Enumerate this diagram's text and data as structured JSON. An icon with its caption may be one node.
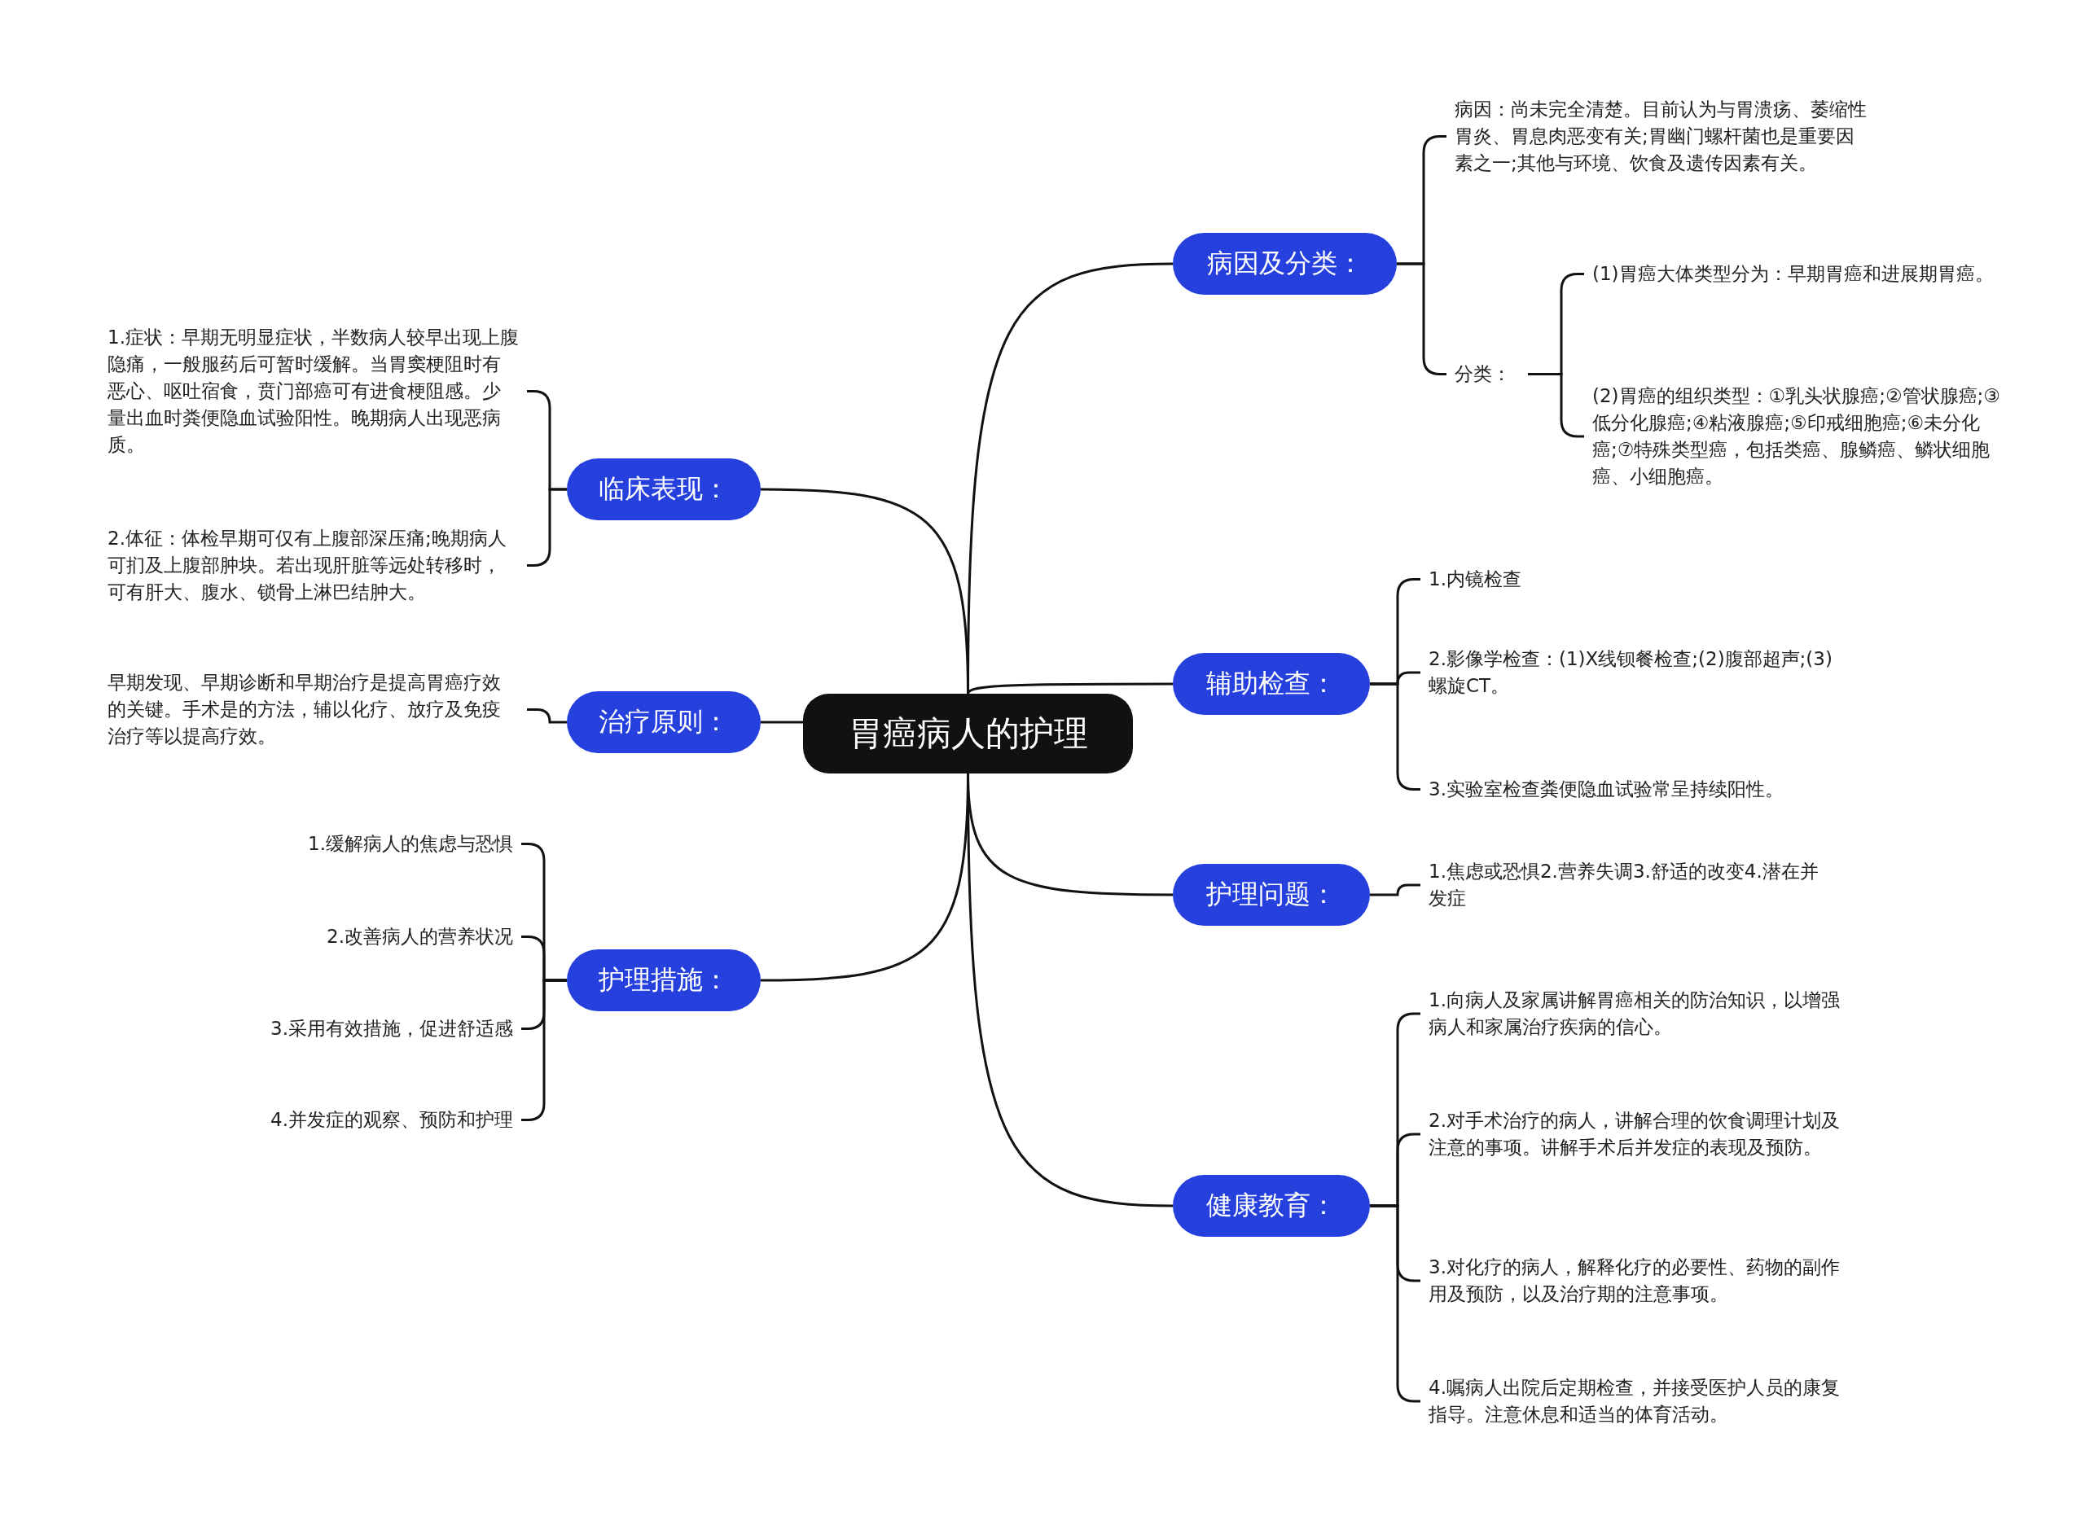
{
  "diagram": {
    "nodes": [
      {
        "text": [
          "胃癌病人的护理"
        ]
      },
      {
        "text": [
          "病因及分类："
        ]
      },
      {
        "text": [
          "病因：尚未完全清楚。目前认为与胃溃疡、萎缩性胃炎、胃息肉恶变有关;胃幽门螺杆菌也是重要因素之一;其他与环境、饮食及遗传因素有关。"
        ]
      },
      {
        "text": [
          "分类："
        ]
      },
      {
        "text": [
          "(1)胃癌大体类型分为：早期胃癌和进展期胃癌。"
        ]
      },
      {
        "text": [
          "(2)胃癌的组织类型：①乳头状腺癌;②管状腺癌;③低分化腺癌;④粘液腺癌;⑤印戒细胞癌;⑥未分化癌;⑦特殊类型癌，包括类癌、腺鳞癌、鳞状细胞癌、小细胞癌。"
        ]
      },
      {
        "text": [
          "辅助检查："
        ]
      },
      {
        "text": [
          "1.内镜检查"
        ]
      },
      {
        "text": [
          "2.影像学检查：(1)X线钡餐检查;(2)腹部超声;(3)螺旋CT。"
        ]
      },
      {
        "text": [
          "3.实验室检查粪便隐血试验常呈持续阳性。"
        ]
      },
      {
        "text": [
          "护理问题："
        ]
      },
      {
        "text": [
          "1.焦虑或恐惧2.营养失调3.舒适的改变4.潜在并发症"
        ]
      },
      {
        "text": [
          "健康教育："
        ]
      },
      {
        "text": [
          "1.向病人及家属讲解胃癌相关的防治知识，以增强病人和家属治疗疾病的信心。"
        ]
      },
      {
        "text": [
          "2.对手术治疗的病人，讲解合理的饮食调理计划及注意的事项。讲解手术后并发症的表现及预防。"
        ]
      },
      {
        "text": [
          "3.对化疗的病人，解释化疗的必要性、药物的副作用及预防，以及治疗期的注意事项。"
        ]
      },
      {
        "text": [
          "4.嘱病人出院后定期检查，并接受医护人员的康复指导。注意休息和适当的体育活动。"
        ]
      },
      {
        "text": [
          "临床表现："
        ]
      },
      {
        "text": [
          "1.症状：早期无明显症状，半数病人较早出现上腹隐痛，一般服药后可暂时缓解。当胃窦梗阻时有恶心、呕吐宿食，贲门部癌可有进食梗阻感。少量出血时粪便隐血试验阳性。晚期病人出现恶病质。"
        ]
      },
      {
        "text": [
          "2.体征：体检早期可仅有上腹部深压痛;晚期病人可扪及上腹部肿块。若出现肝脏等远处转移时，可有肝大、腹水、锁骨上淋巴结肿大。"
        ]
      },
      {
        "text": [
          "治疗原则："
        ]
      },
      {
        "text": [
          "早期发现、早期诊断和早期治疗是提高胃癌疗效的关键。手术是的方法，辅以化疗、放疗及免疫治疗等以提高疗效。"
        ]
      },
      {
        "text": [
          "护理措施："
        ]
      },
      {
        "text": [
          "1.缓解病人的焦虑与恐惧"
        ]
      },
      {
        "text": [
          "2.改善病人的营养状况"
        ]
      },
      {
        "text": [
          "3.采用有效措施，促进舒适感"
        ]
      },
      {
        "text": [
          "4.并发症的观察、预防和护理"
        ]
      }
    ],
    "edges": [
      {
        "from": 0,
        "to": 1,
        "arrow": "none"
      },
      {
        "from": 1,
        "to": 2,
        "arrow": "none"
      },
      {
        "from": 1,
        "to": 3,
        "arrow": "none"
      },
      {
        "from": 3,
        "to": 4,
        "arrow": "none"
      },
      {
        "from": 3,
        "to": 5,
        "arrow": "none"
      },
      {
        "from": 0,
        "to": 6,
        "arrow": "none"
      },
      {
        "from": 6,
        "to": 7,
        "arrow": "none"
      },
      {
        "from": 6,
        "to": 8,
        "arrow": "none"
      },
      {
        "from": 6,
        "to": 9,
        "arrow": "none"
      },
      {
        "from": 0,
        "to": 10,
        "arrow": "none"
      },
      {
        "from": 10,
        "to": 11,
        "arrow": "none"
      },
      {
        "from": 0,
        "to": 12,
        "arrow": "none"
      },
      {
        "from": 12,
        "to": 13,
        "arrow": "none"
      },
      {
        "from": 12,
        "to": 14,
        "arrow": "none"
      },
      {
        "from": 12,
        "to": 15,
        "arrow": "none"
      },
      {
        "from": 12,
        "to": 16,
        "arrow": "none"
      },
      {
        "from": 0,
        "to": 17,
        "arrow": "none"
      },
      {
        "from": 17,
        "to": 18,
        "arrow": "none"
      },
      {
        "from": 17,
        "to": 19,
        "arrow": "none"
      },
      {
        "from": 0,
        "to": 20,
        "arrow": "none"
      },
      {
        "from": 20,
        "to": 21,
        "arrow": "none"
      },
      {
        "from": 0,
        "to": 22,
        "arrow": "none"
      },
      {
        "from": 22,
        "to": 23,
        "arrow": "none"
      },
      {
        "from": 22,
        "to": 24,
        "arrow": "none"
      },
      {
        "from": 22,
        "to": 25,
        "arrow": "none"
      },
      {
        "from": 22,
        "to": 26,
        "arrow": "none"
      }
    ]
  }
}
